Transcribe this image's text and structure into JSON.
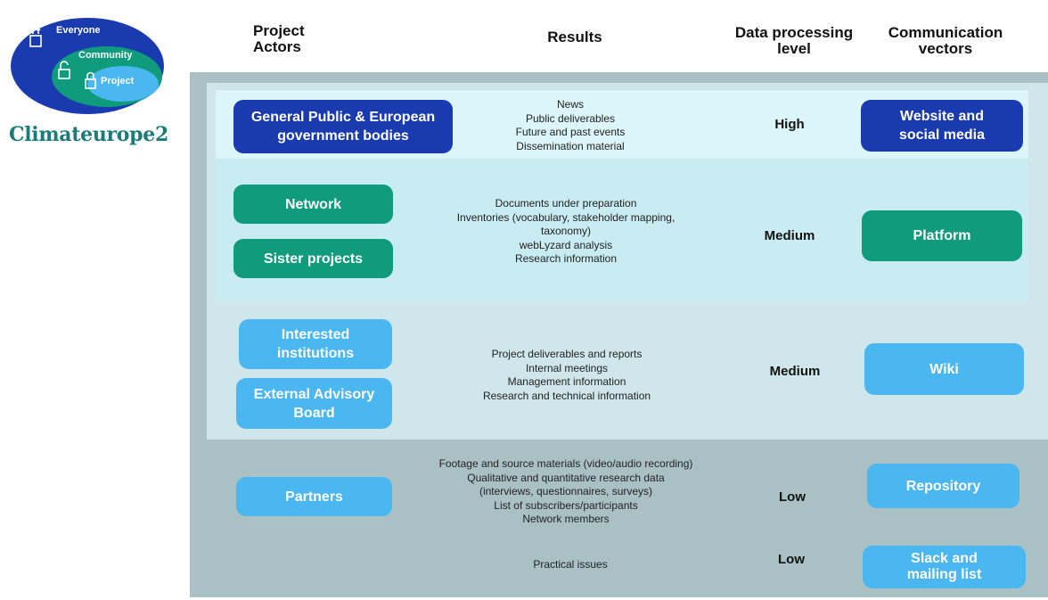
{
  "logo": {
    "rings": [
      "Everyone",
      "Community",
      "Project"
    ],
    "name": "Climateurope2",
    "colors": {
      "outer": "#1a3ab0",
      "middle": "#0f9b7c",
      "inner": "#4bb7f0"
    }
  },
  "headers": {
    "actors": [
      "Project",
      "Actors"
    ],
    "results": "Results",
    "level": [
      "Data processing",
      "level"
    ],
    "vectors": [
      "Communication",
      "vectors"
    ]
  },
  "rows": [
    {
      "actors": [
        "General Public & European government bodies"
      ],
      "results": [
        "News",
        "Public deliverables",
        "Future and past events",
        "Dissemination material"
      ],
      "level": "High",
      "vector": "Website and social media"
    },
    {
      "actors": [
        "Network",
        "Sister projects"
      ],
      "results": [
        "Documents under preparation",
        "Inventories (vocabulary, stakeholder mapping,",
        "taxonomy)",
        "webLyzard analysis",
        "Research information"
      ],
      "level": "Medium",
      "vector": "Platform"
    },
    {
      "actors": [
        "Interested institutions",
        "External Advisory Board"
      ],
      "results": [
        "Project deliverables and reports",
        "Internal meetings",
        "Management information",
        "Research and technical information"
      ],
      "level": "Medium",
      "vector": "Wiki"
    },
    {
      "actors": [
        "Partners"
      ],
      "results": [
        "Footage and source materials (video/audio recording)",
        "Qualitative and quantitative research data",
        "(interviews, questionnaires, surveys)",
        "List of subscribers/participants",
        "Network members"
      ],
      "level": "Low",
      "vector": "Repository"
    },
    {
      "actors": [],
      "results": [
        "Practical issues"
      ],
      "level": "Low",
      "vector": "Slack and mailing list"
    }
  ],
  "colors": {
    "navy": "#1a3ab0",
    "teal": "#0f9b7c",
    "sky": "#4bb7f0",
    "band_outer": "#a9c1c5",
    "band_middle": "#cfe6ea",
    "band_inner": "#dcf5f8"
  }
}
